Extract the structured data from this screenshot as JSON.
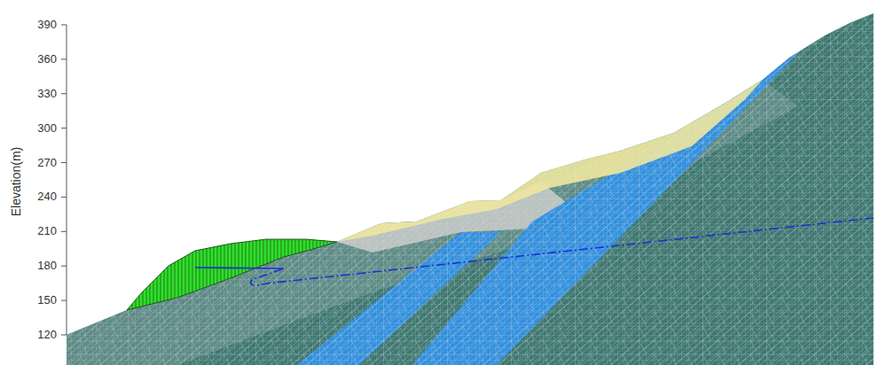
{
  "diagram": {
    "labels": [
      "390",
      "360",
      "330",
      "300",
      "270",
      "240",
      "210",
      "180",
      "150",
      "120",
      "Elevation(m)"
    ]
  }
}
